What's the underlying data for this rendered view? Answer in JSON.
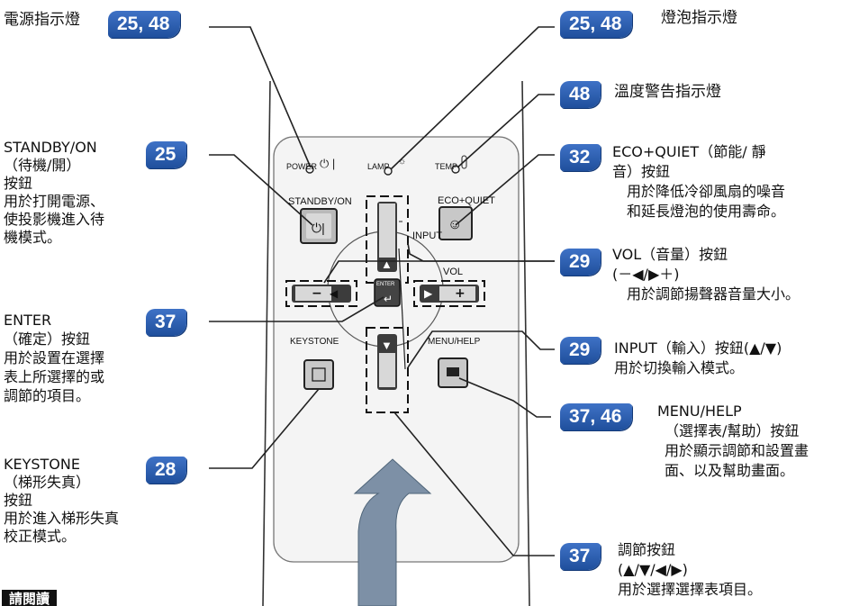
{
  "colors": {
    "badge": "#2a5db0",
    "badge_text": "#ffffff",
    "line": "#222222",
    "arrow": "#7d90a6"
  },
  "remote": {
    "power_label": "POWER",
    "lamp_label": "LAMP",
    "temp_label": "TEMP",
    "standby_label": "STANDBY/ON",
    "eco_label": "ECO+QUIET",
    "input_label": "INPUT",
    "vol_label": "VOL",
    "vol_minus": "−",
    "vol_plus": "+",
    "enter_label": "ENTER",
    "keystone_label": "KEYSTONE",
    "menu_label": "MENU/HELP"
  },
  "callouts": {
    "power": {
      "title": "電源指示燈",
      "badge": "25, 48"
    },
    "lamp": {
      "title": "燈泡指示燈",
      "badge": "25, 48"
    },
    "temp": {
      "title": "溫度警告指示燈",
      "badge": "48"
    },
    "standby": {
      "badge": "25",
      "lines": [
        "STANDBY/ON",
        "（待機/開）",
        "按鈕",
        "用於打開電源、",
        "使投影機進入待",
        "機模式。"
      ]
    },
    "eco": {
      "badge": "32",
      "lines": [
        "ECO+QUIET（節能/ 靜",
        "音）按鈕",
        "用於降低冷卻風扇的噪音",
        "和延長燈泡的使用壽命。"
      ]
    },
    "vol": {
      "badge": "29",
      "lines": [
        "VOL（音量）按鈕",
        "(－◀/▶＋)",
        "用於調節揚聲器音量大小。"
      ]
    },
    "enter": {
      "badge": "37",
      "lines": [
        "ENTER",
        "（確定）按鈕",
        "用於設置在選擇",
        "表上所選擇的或",
        "調節的項目。"
      ]
    },
    "input": {
      "badge": "29",
      "lines": [
        "INPUT（輸入）按鈕(▲/▼)",
        "用於切換輸入模式。"
      ]
    },
    "menu": {
      "badge": "37, 46",
      "lines": [
        "MENU/HELP",
        "（選擇表/幫助）按鈕",
        "用於顯示調節和設置畫",
        "面、以及幫助畫面。"
      ]
    },
    "keystone": {
      "badge": "28",
      "lines": [
        "KEYSTONE",
        "（梯形失真）",
        "按鈕",
        "用於進入梯形失真",
        "校正模式。"
      ]
    },
    "adjust": {
      "badge": "37",
      "lines": [
        "調節按鈕",
        "(▲/▼/◀/▶)",
        "用於選擇選擇表項目。"
      ]
    }
  },
  "footer_tag": "請閱讀"
}
